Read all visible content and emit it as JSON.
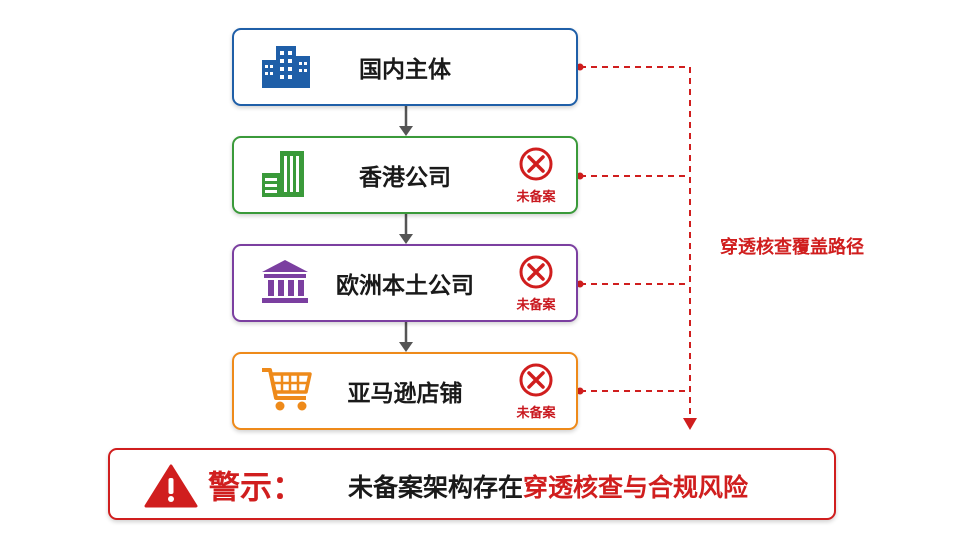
{
  "nodes": [
    {
      "label": "国内主体",
      "icon": "building-icon",
      "color": "#1f5fa8",
      "unregistered": false
    },
    {
      "label": "香港公司",
      "icon": "office-building-icon",
      "color": "#3a9a3a",
      "unregistered": true
    },
    {
      "label": "欧洲本土公司",
      "icon": "bank-icon",
      "color": "#7b3fa0",
      "unregistered": true
    },
    {
      "label": "亚马逊店铺",
      "icon": "shopping-cart-icon",
      "color": "#ee8a1a",
      "unregistered": true
    }
  ],
  "unregistered_text": "未备案",
  "side_label": "穿透核查覆盖路径",
  "warning": {
    "title": "警示：",
    "message_part1": "未备案架构存在",
    "message_part2": "穿透核查与合规风险"
  },
  "colors": {
    "red": "#d01e1e",
    "arrow": "#555555"
  }
}
